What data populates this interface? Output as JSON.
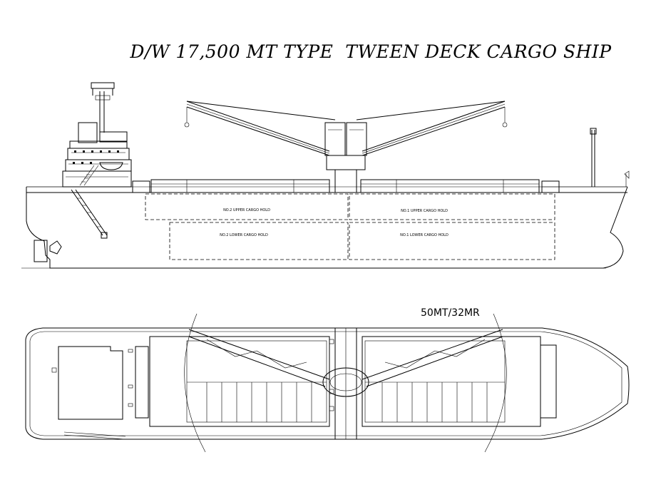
{
  "title": "D/W 17,500 MT TYPE  TWEEN DECK CARGO SHIP",
  "holds": {
    "no2_upper": "NO.2 UPPER CARGO HOLD",
    "no1_upper": "NO.1 UPPER CARGO HOLD",
    "no2_lower": "NO.2 LOWER CARGO HOLD",
    "no1_lower": "NO.1 LOWER CARGO HOLD"
  },
  "crane_label": "50MT/32MR"
}
